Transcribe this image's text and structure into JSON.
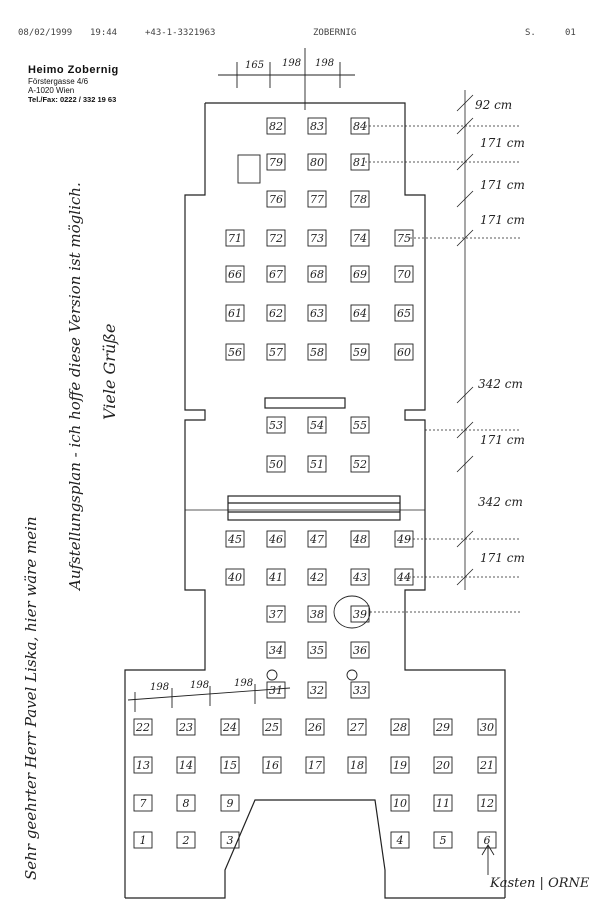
{
  "fax_header": {
    "date": "08/02/1999",
    "time": "19:44",
    "phone": "+43-1-3321963",
    "sender": "ZOBERNIG",
    "page_label": "S.",
    "page_number": "01"
  },
  "letterhead": {
    "name": "Heimo Zobernig",
    "street": "Förstergasse 4/6",
    "city": "A-1020 Wien",
    "contact": "Tel./Fax: 0222 / 332 19 63"
  },
  "handwritten_note": {
    "line1": "Sehr geehrter Herr Pavel Liska, hier wäre mein",
    "line2": "Aufstellungsplan - ich hoffe diese Version ist möglich.",
    "line3": "Viele Grüße"
  },
  "top_dimensions": [
    "165",
    "198",
    "198"
  ],
  "bottom_dimensions": [
    "198",
    "198",
    "198"
  ],
  "side_dimensions": [
    "92 cm",
    "171 cm",
    "171 cm",
    "171 cm",
    "342 cm",
    "171 cm",
    "342 cm",
    "171 cm"
  ],
  "bottom_note": "Kasten | ORNE",
  "seat_rows": [
    [
      "82",
      "83",
      "84"
    ],
    [
      "79",
      "80",
      "81"
    ],
    [
      "76",
      "77",
      "78"
    ],
    [
      "71",
      "72",
      "73",
      "74",
      "75"
    ],
    [
      "66",
      "67",
      "68",
      "69",
      "70"
    ],
    [
      "61",
      "62",
      "63",
      "64",
      "65"
    ],
    [
      "56",
      "57",
      "58",
      "59",
      "60"
    ],
    [
      "53",
      "54",
      "55"
    ],
    [
      "50",
      "51",
      "52"
    ],
    [
      "45",
      "46",
      "47",
      "48",
      "49"
    ],
    [
      "40",
      "41",
      "42",
      "43",
      "44"
    ],
    [
      "37",
      "38",
      "39"
    ],
    [
      "34",
      "35",
      "36"
    ],
    [
      "31",
      "32",
      "33"
    ],
    [
      "22",
      "23",
      "24",
      "25",
      "26",
      "27",
      "28",
      "29",
      "30"
    ],
    [
      "13",
      "14",
      "15",
      "16",
      "17",
      "18",
      "19",
      "20",
      "21"
    ],
    [
      "7",
      "8",
      "9",
      "10",
      "11",
      "12"
    ],
    [
      "1",
      "2",
      "3",
      "4",
      "5",
      "6"
    ]
  ]
}
